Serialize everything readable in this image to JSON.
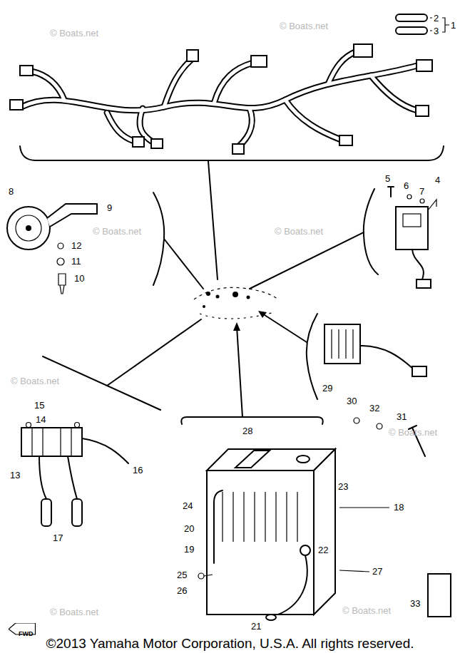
{
  "diagram": {
    "caption": "©2013 Yamaha Motor Corporation, U.S.A. All rights reserved.",
    "nodes": [
      {
        "text": [
          "FWD"
        ]
      }
    ],
    "labels": [
      "2",
      "3",
      "1",
      "8",
      "9",
      "5",
      "6",
      "7",
      "4",
      "12",
      "11",
      "10",
      "29",
      "30",
      "32",
      "31",
      "15",
      "14",
      "28",
      "23",
      "13",
      "16",
      "18",
      "24",
      "20",
      "22",
      "19",
      "17",
      "25",
      "26",
      "27",
      "33",
      "21",
      "© Boats.net",
      "© Boats.net",
      "© Boats.net",
      "© Boats.net",
      "© Boats.net",
      "© Boats.net",
      "© Boats.net",
      "© Boats.net"
    ]
  }
}
